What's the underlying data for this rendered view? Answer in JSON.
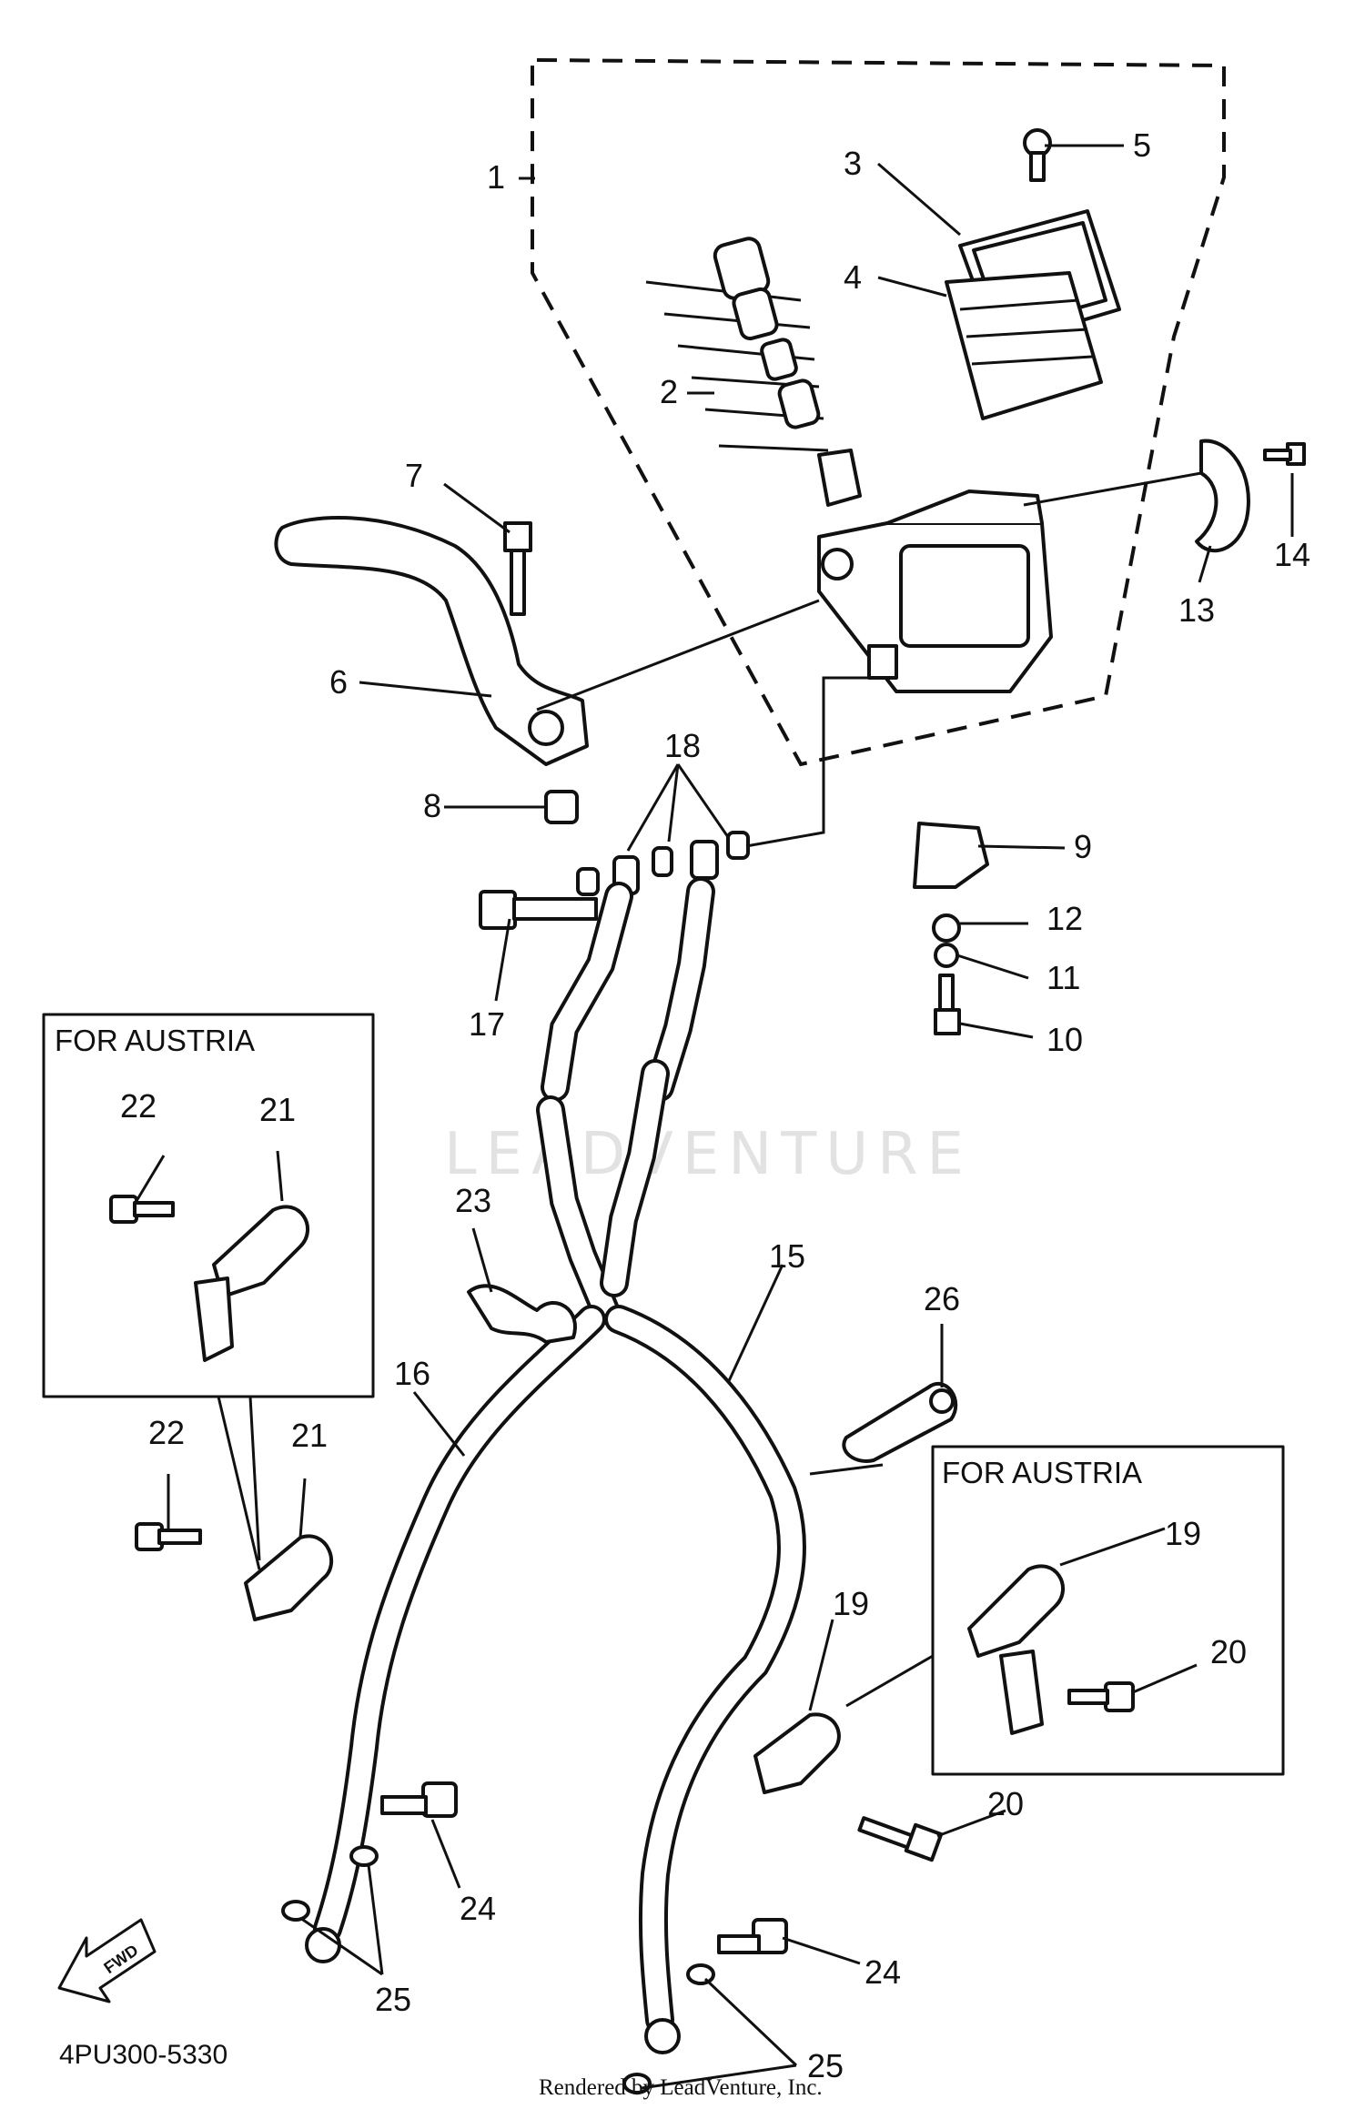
{
  "callouts": [
    {
      "id": "c1",
      "text": "1"
    },
    {
      "id": "c2",
      "text": "2"
    },
    {
      "id": "c3",
      "text": "3"
    },
    {
      "id": "c4",
      "text": "4"
    },
    {
      "id": "c5",
      "text": "5"
    },
    {
      "id": "c6",
      "text": "6"
    },
    {
      "id": "c7",
      "text": "7"
    },
    {
      "id": "c8",
      "text": "8"
    },
    {
      "id": "c9",
      "text": "9"
    },
    {
      "id": "c10",
      "text": "10"
    },
    {
      "id": "c11",
      "text": "11"
    },
    {
      "id": "c12",
      "text": "12"
    },
    {
      "id": "c13",
      "text": "13"
    },
    {
      "id": "c14",
      "text": "14"
    },
    {
      "id": "c15",
      "text": "15"
    },
    {
      "id": "c16",
      "text": "16"
    },
    {
      "id": "c17",
      "text": "17"
    },
    {
      "id": "c18",
      "text": "18"
    },
    {
      "id": "c19a",
      "text": "19"
    },
    {
      "id": "c19b",
      "text": "19"
    },
    {
      "id": "c20a",
      "text": "20"
    },
    {
      "id": "c20b",
      "text": "20"
    },
    {
      "id": "c21a",
      "text": "21"
    },
    {
      "id": "c21b",
      "text": "21"
    },
    {
      "id": "c22a",
      "text": "22"
    },
    {
      "id": "c22b",
      "text": "22"
    },
    {
      "id": "c23",
      "text": "23"
    },
    {
      "id": "c24a",
      "text": "24"
    },
    {
      "id": "c24b",
      "text": "24"
    },
    {
      "id": "c25a",
      "text": "25"
    },
    {
      "id": "c25b",
      "text": "25"
    },
    {
      "id": "c26",
      "text": "26"
    }
  ],
  "boxes": {
    "austria_left": "FOR AUSTRIA",
    "austria_right": "FOR AUSTRIA"
  },
  "arrow": {
    "label": "FWD"
  },
  "footer": {
    "diagram_code": "4PU300-5330",
    "credit": "Rendered by LeadVenture, Inc."
  },
  "watermark": "LEADVENTURE"
}
